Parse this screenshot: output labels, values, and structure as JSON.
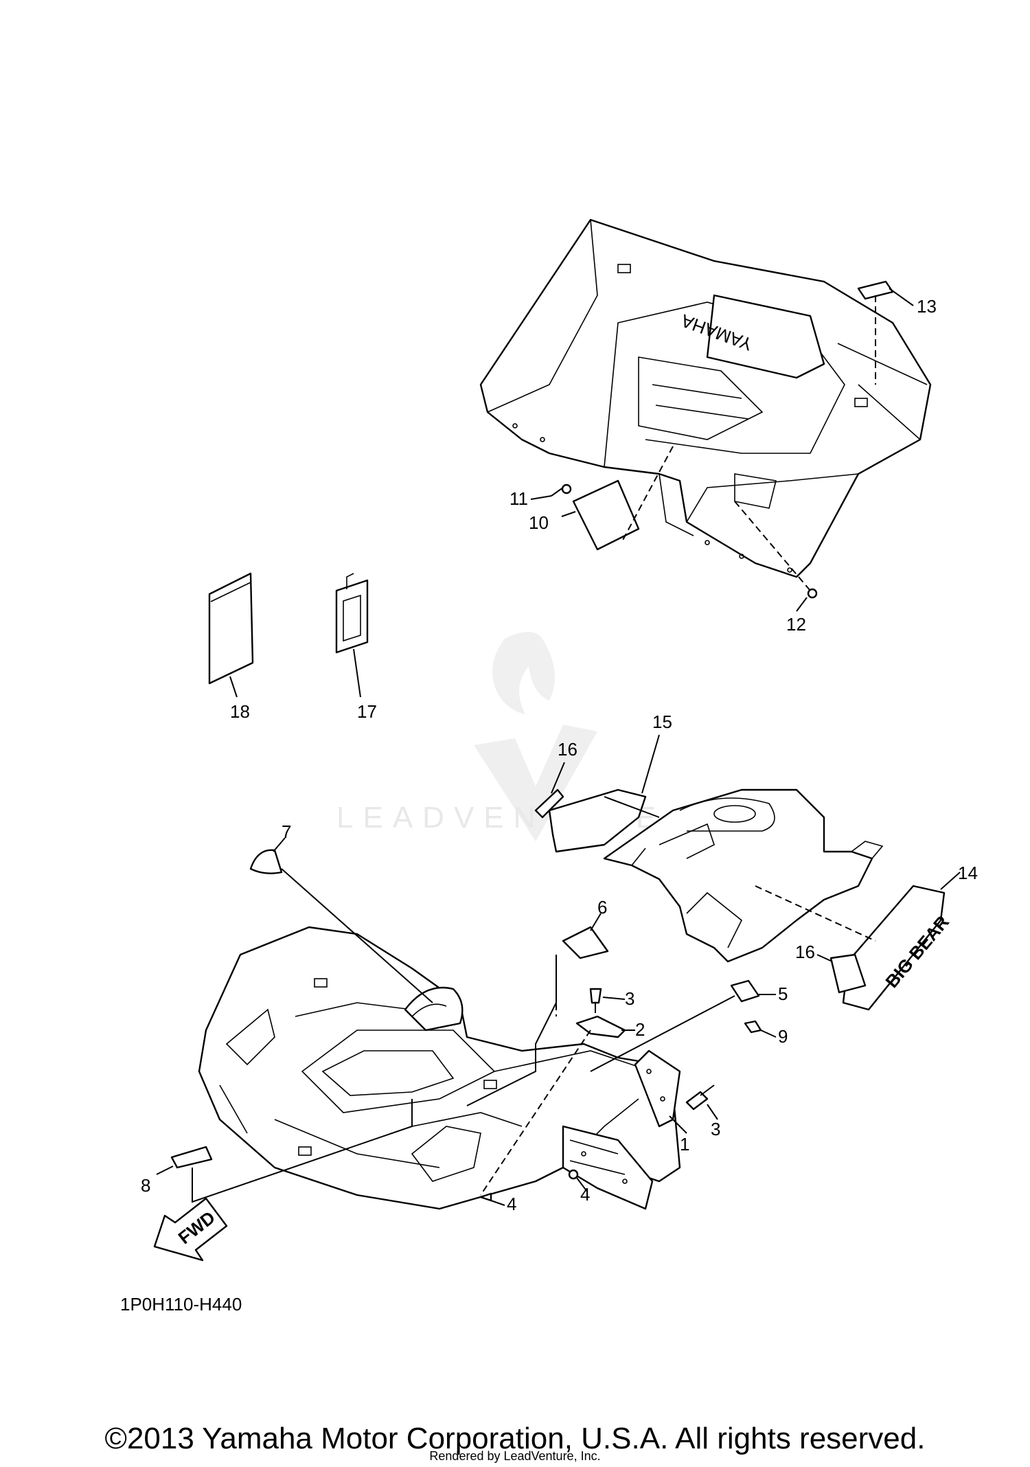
{
  "callouts": [
    {
      "id": "c1",
      "label": "1"
    },
    {
      "id": "c2",
      "label": "2"
    },
    {
      "id": "c3a",
      "label": "3"
    },
    {
      "id": "c3b",
      "label": "3"
    },
    {
      "id": "c4a",
      "label": "4"
    },
    {
      "id": "c4b",
      "label": "4"
    },
    {
      "id": "c5",
      "label": "5"
    },
    {
      "id": "c6",
      "label": "6"
    },
    {
      "id": "c7",
      "label": "7"
    },
    {
      "id": "c8",
      "label": "8"
    },
    {
      "id": "c9",
      "label": "9"
    },
    {
      "id": "c10",
      "label": "10"
    },
    {
      "id": "c11",
      "label": "11"
    },
    {
      "id": "c12",
      "label": "12"
    },
    {
      "id": "c13",
      "label": "13"
    },
    {
      "id": "c14",
      "label": "14"
    },
    {
      "id": "c15",
      "label": "15"
    },
    {
      "id": "c16a",
      "label": "16"
    },
    {
      "id": "c16b",
      "label": "16"
    },
    {
      "id": "c17",
      "label": "17"
    },
    {
      "id": "c18",
      "label": "18"
    }
  ],
  "diagram_code": "1P0H110-H440",
  "fwd_label": "FWD",
  "rear_fender_logo": "YAMAHA",
  "front_emblem_logo": "BIG BEAR",
  "watermark": "LEADVENTURE",
  "copyright": "©2013 Yamaha Motor Corporation, U.S.A. All rights reserved.",
  "rendered_by": "Rendered by LeadVenture, Inc."
}
